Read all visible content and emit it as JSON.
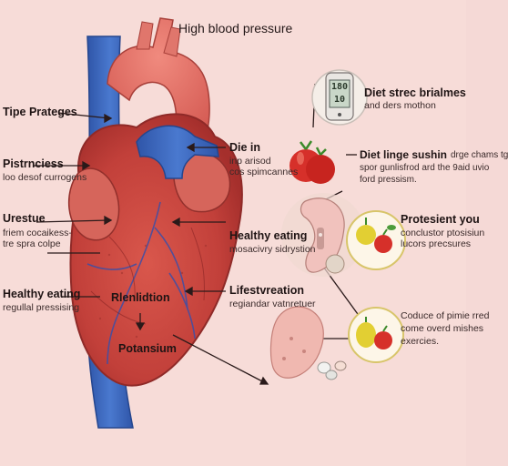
{
  "title": "High blood pressure",
  "left_labels": [
    {
      "head": "Tipe Prateges",
      "sub": ""
    },
    {
      "head": "Pistrnciess",
      "sub": "loo desof currogens"
    },
    {
      "head": "Urestue",
      "sub": "friem cocaikess-\ntre spra colpe"
    },
    {
      "head": "Healthy eating",
      "sub": "regullal pressising"
    }
  ],
  "center_labels": [
    {
      "head": "Die in",
      "sub": "inp arisod\ncos spimcannes"
    },
    {
      "head": "Healthy eating",
      "sub": "mosacivry sidrystion"
    },
    {
      "head": "Lifestvreation",
      "sub": "regiandar vatnretuer"
    }
  ],
  "heart_labels": {
    "a": "Rlenlidtion",
    "b": "Potansium"
  },
  "right_labels": [
    {
      "head": "Diet strec brialmes",
      "sub": "and ders mothon"
    },
    {
      "head": "Diet linge sushin",
      "sub": "drge chams tg\nspor gunlisfrod ard the 9aid uvio\nford pressism."
    },
    {
      "head": "Protesient you",
      "sub": "conclustor ptosisiun\nlucors precsures"
    },
    {
      "head": "",
      "sub": "Coduce of pimie rred\ncome overd mishes\nexercies."
    }
  ],
  "device_reading": {
    "line1": "180",
    "line2": "10"
  },
  "colors": {
    "background": "#f7dcd8",
    "heart": "#c8443c",
    "vein": "#3a63b8",
    "circle_border": "#d8c56a"
  },
  "icons": [
    "heart-illustration",
    "blood-pressure-monitor-icon",
    "tomatoes-icon",
    "kidney-icon",
    "fruit-plate-icon",
    "stomach-icon",
    "pills-icon"
  ]
}
